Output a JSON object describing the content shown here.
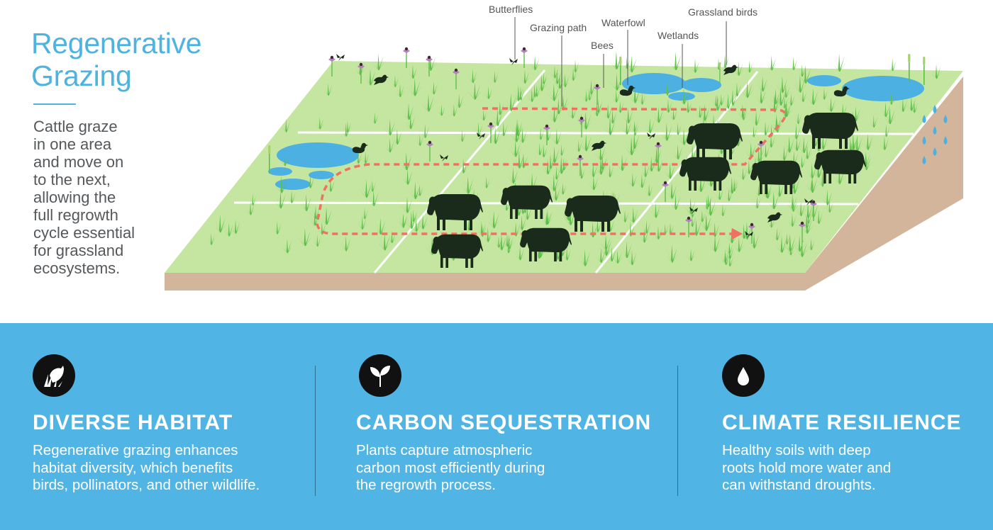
{
  "header": {
    "title_line1": "Regenerative",
    "title_line2": "Grazing",
    "intro_lines": [
      "Cattle graze",
      "in one area",
      "and move on",
      "to the next,",
      "allowing the",
      "full regrowth",
      "cycle essential",
      "for grassland",
      "ecosystems."
    ]
  },
  "callouts": {
    "butterflies": "Butterflies",
    "grazing_path": "Grazing path",
    "waterfowl": "Waterfowl",
    "bees": "Bees",
    "wetlands": "Wetlands",
    "grassland_birds": "Grassland birds"
  },
  "colors": {
    "accent": "#4fb3e2",
    "panel": "#50b4e4",
    "pasture": "#c4e6a0",
    "grass": "#5fbf4a",
    "soil": "#d2b59b",
    "water": "#4cb0e2",
    "path": "#f07062",
    "cattle": "#1b2b1b"
  },
  "benefits": [
    {
      "icon": "bird-grass-icon",
      "heading": "DIVERSE HABITAT",
      "lines": [
        "Regenerative grazing enhances",
        "habitat diversity, which benefits",
        "birds, pollinators, and other wildlife."
      ]
    },
    {
      "icon": "sprout-icon",
      "heading": "CARBON SEQUESTRATION",
      "lines": [
        "Plants capture atmospheric",
        "carbon most efficiently during",
        "the regrowth process."
      ]
    },
    {
      "icon": "water-drop-icon",
      "heading": "CLIMATE RESILIENCE",
      "lines": [
        "Healthy soils with deep",
        "roots hold more water and",
        "can withstand droughts."
      ]
    }
  ]
}
